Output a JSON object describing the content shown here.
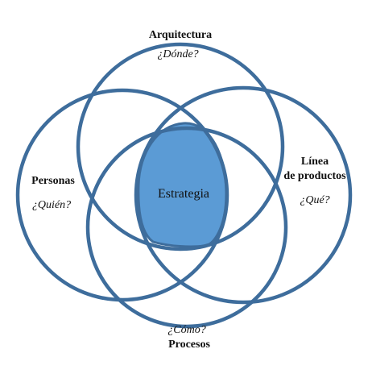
{
  "diagram": {
    "center": {
      "label": "Estrategia"
    },
    "circles": [
      {
        "title": "Arquitectura",
        "question": "¿Dónde?"
      },
      {
        "title": "Personas",
        "question": "¿Quién?"
      },
      {
        "title_line1": "Línea",
        "title_line2": "de productos",
        "question": "¿Qué?"
      },
      {
        "title": "Procesos",
        "question": "¿Cómo?"
      }
    ]
  },
  "colors": {
    "ring_stroke": "#3e6d9c",
    "center_fill": "#5b9bd5"
  }
}
